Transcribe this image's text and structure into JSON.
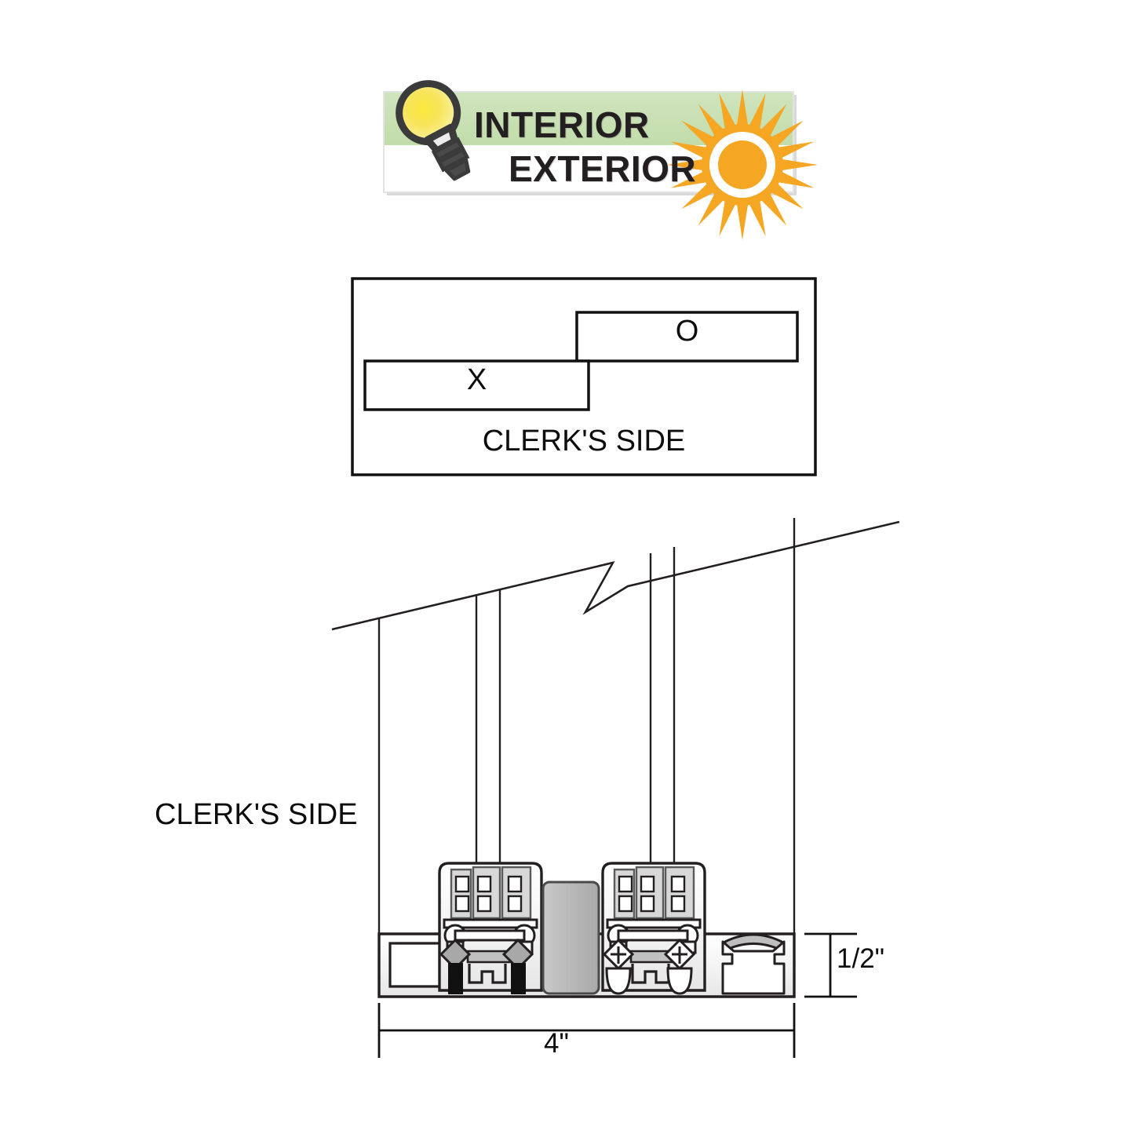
{
  "banner": {
    "interior_label": "INTERIOR",
    "exterior_label": "EXTERIOR",
    "bulb_icon": "lightbulb-icon",
    "sun_icon": "sun-icon",
    "green_color": "#c8e0b4",
    "white_color": "#ffffff",
    "sun_color": "#f5a623",
    "bulb_color": "#f2dd3a"
  },
  "plan_view": {
    "panel_operable_label": "X",
    "panel_fixed_label": "O",
    "side_label": "CLERK'S SIDE"
  },
  "section_view": {
    "side_label": "CLERK'S SIDE",
    "dimension_width": "4\"",
    "dimension_height": "1/2\"",
    "break_line": "break-line",
    "sill_color": "#f2f2f2",
    "gasket_color": "#1a1a1a",
    "interlock_color": "#bfbfbf"
  }
}
